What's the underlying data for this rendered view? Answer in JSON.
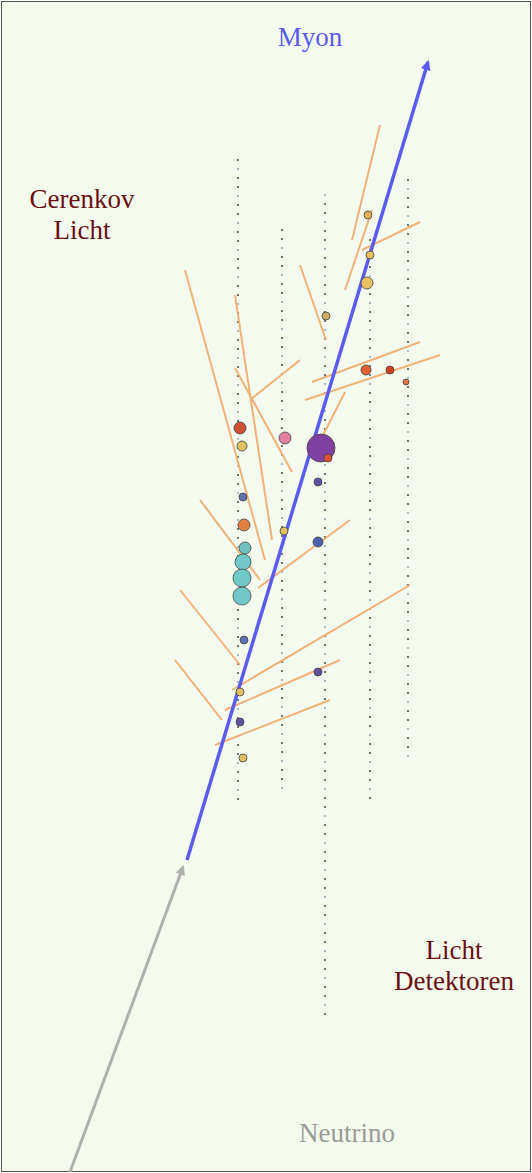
{
  "diagram": {
    "labels": [
      "Myon",
      "Cerenkov Licht",
      "Licht Detektoren",
      "Neutrino"
    ]
  }
}
